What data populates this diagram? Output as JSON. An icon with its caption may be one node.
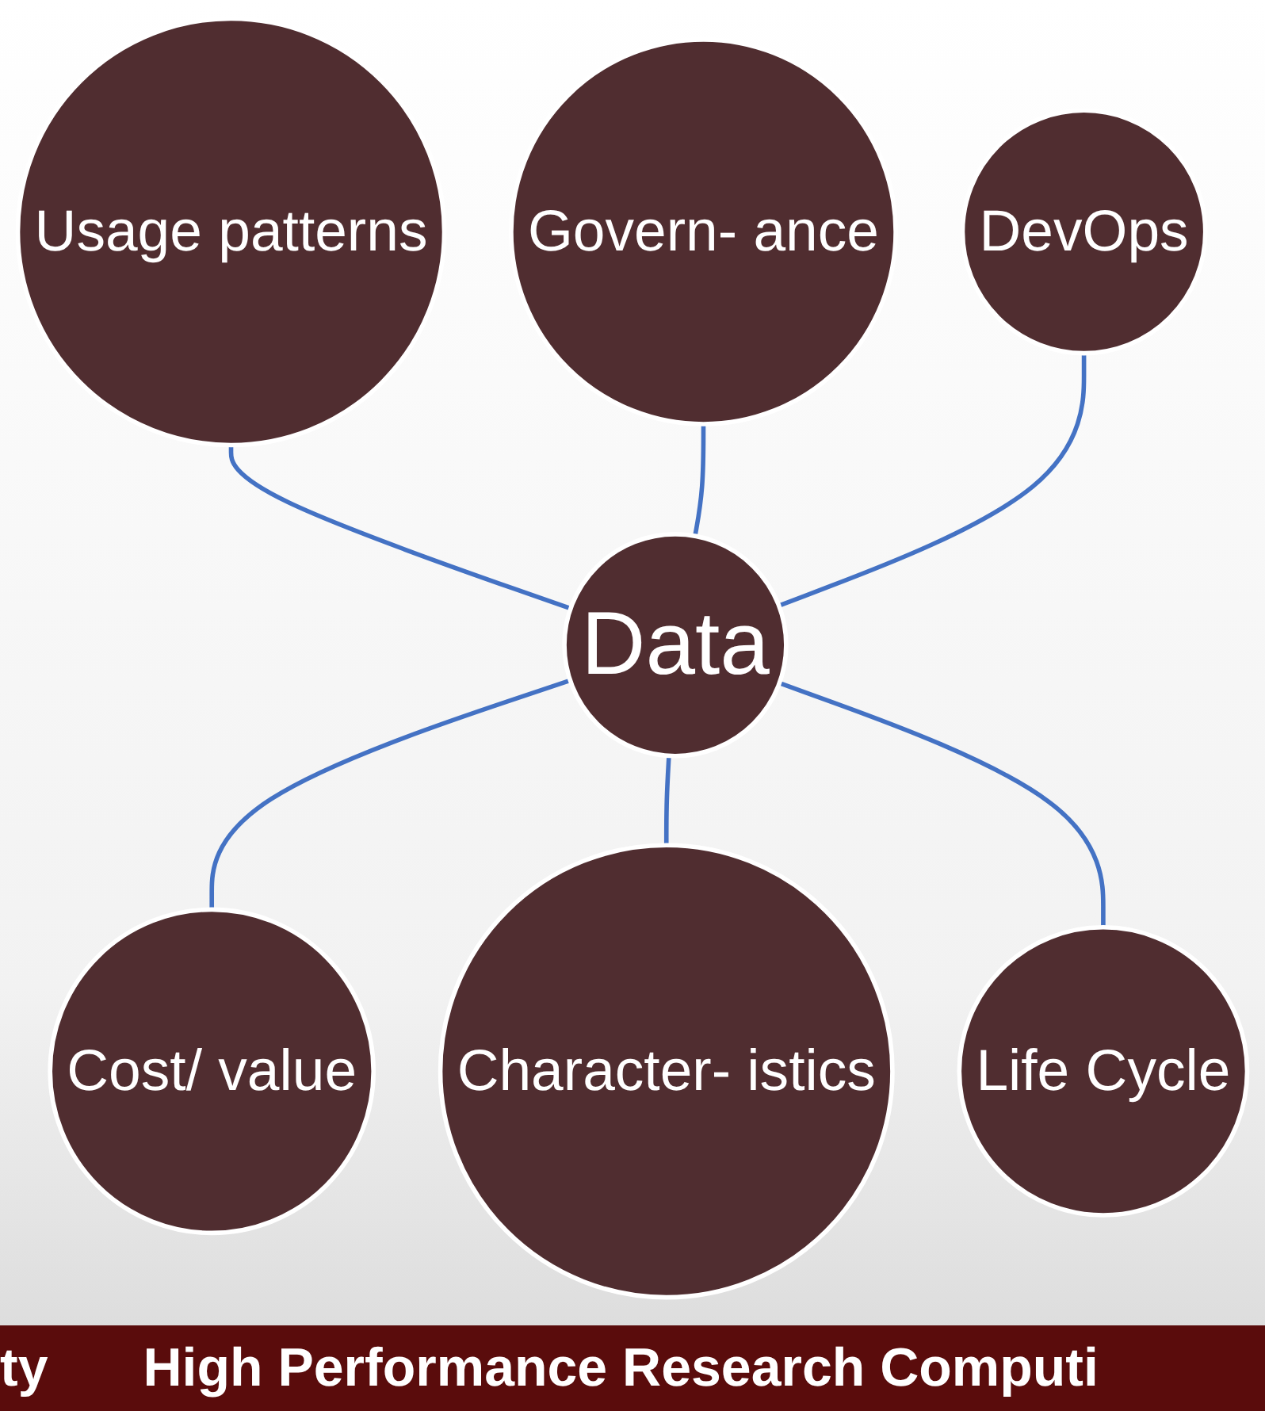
{
  "diagram": {
    "nodes": [
      {
        "text": [
          "Usage patterns"
        ]
      },
      {
        "text": [
          "Govern- ance"
        ]
      },
      {
        "text": [
          "DevOps"
        ]
      },
      {
        "text": [
          "Data"
        ]
      },
      {
        "text": [
          "Cost/ value"
        ]
      },
      {
        "text": [
          "Character- istics"
        ]
      },
      {
        "text": [
          "Life Cycle"
        ]
      }
    ],
    "edges": [
      {
        "from": 0,
        "to": 3,
        "arrow": "none"
      },
      {
        "from": 1,
        "to": 3,
        "arrow": "none"
      },
      {
        "from": 2,
        "to": 3,
        "arrow": "none"
      },
      {
        "from": 3,
        "to": 4,
        "arrow": "none"
      },
      {
        "from": 3,
        "to": 5,
        "arrow": "none"
      },
      {
        "from": 3,
        "to": 6,
        "arrow": "none"
      }
    ],
    "labels": [
      "ty",
      "High Performance Research Computi"
    ]
  }
}
